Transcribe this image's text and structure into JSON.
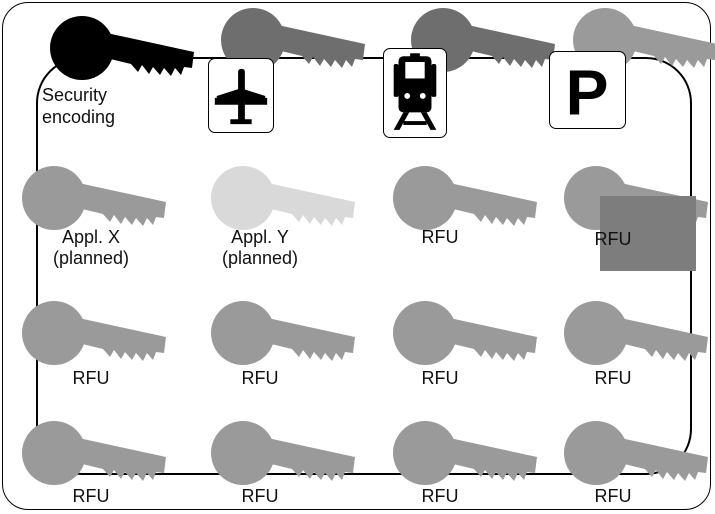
{
  "colors": {
    "active_key": "#000000",
    "service_key": "#6e6e6e",
    "reserved_key": "#9a9a9a",
    "planned_light_key": "#d9d9d9",
    "overlay_block": "#7d7d7d"
  },
  "top_row": {
    "security_label": "Security\nencoding",
    "services": [
      {
        "icon": "airplane-icon"
      },
      {
        "icon": "train-icon"
      },
      {
        "icon": "parking-icon",
        "letter": "P"
      }
    ]
  },
  "slots": [
    {
      "label": "Appl. X\n(planned)"
    },
    {
      "label": "Appl. Y\n(planned)"
    },
    {
      "label": "RFU"
    },
    {
      "label": "RFU"
    },
    {
      "label": "RFU"
    },
    {
      "label": "RFU"
    },
    {
      "label": "RFU"
    },
    {
      "label": "RFU"
    },
    {
      "label": "RFU"
    },
    {
      "label": "RFU"
    },
    {
      "label": "RFU"
    },
    {
      "label": "RFU"
    }
  ]
}
